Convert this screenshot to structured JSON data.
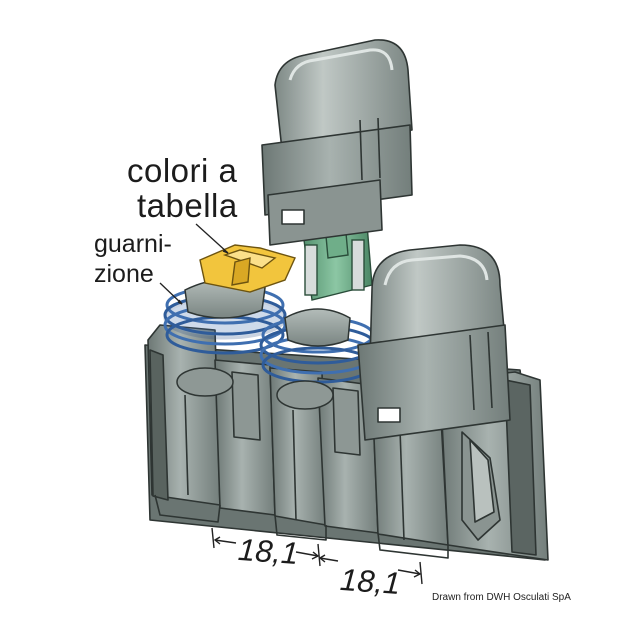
{
  "labels": {
    "colored_fuses_line1": "colori a",
    "colored_fuses_line2": "tabella",
    "gasket_line1": "guarni-",
    "gasket_line2": "zione"
  },
  "dimensions": {
    "pitch_1": "18,1",
    "pitch_2": "18,1"
  },
  "credit": "Drawn from DWH Osculati SpA",
  "colors": {
    "housing": "#7f8c88",
    "housing_light": "#a9b3b0",
    "housing_dark": "#4f5956",
    "gasket": "#3f6fb0",
    "fuse_blade": "#5f9e7a",
    "fuse_yellow": "#f2c53d"
  }
}
